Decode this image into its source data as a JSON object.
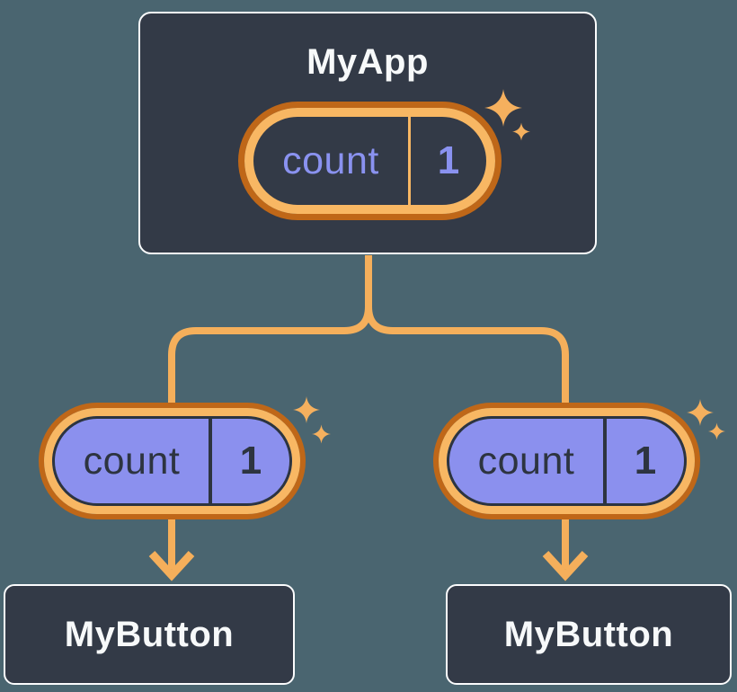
{
  "diagram": {
    "description": "Component tree showing state passed from a parent component to two child components",
    "root": {
      "title": "MyApp",
      "state": {
        "name": "count",
        "value": "1"
      }
    },
    "children": [
      {
        "title": "MyButton",
        "state": {
          "name": "count",
          "value": "1"
        }
      },
      {
        "title": "MyButton",
        "state": {
          "name": "count",
          "value": "1"
        }
      }
    ],
    "colors": {
      "background": "#4A6570",
      "card_fill": "#333A47",
      "card_border": "#FBFCFD",
      "title_text": "#F7F9FA",
      "connector_line": "#F5AF5B",
      "pill_ring_outer": "#BF6718",
      "pill_ring_inner": "#F8B763",
      "pill_fill_child": "#8B90EE",
      "state_text_root": "#8A92F0",
      "state_text_child": "#2D3440",
      "sparkle": "#F5B05E"
    }
  }
}
